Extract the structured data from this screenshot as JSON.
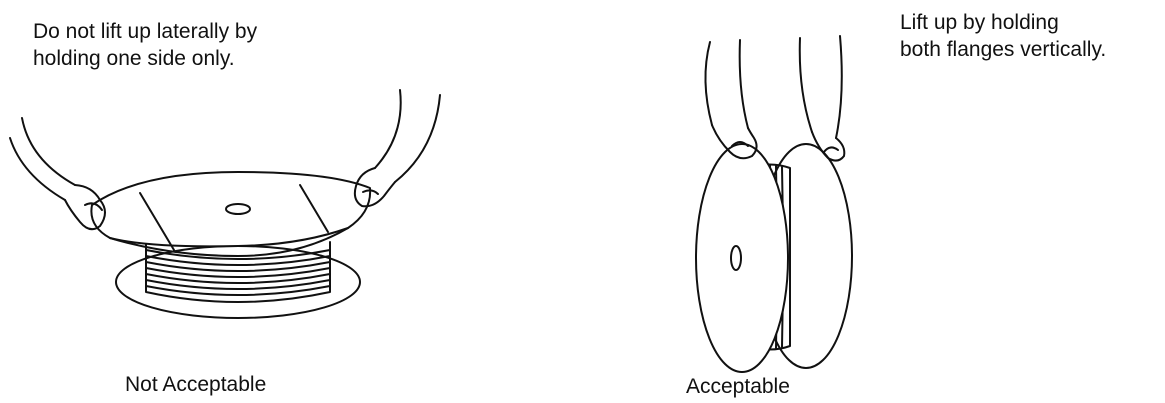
{
  "left_panel": {
    "instruction_lines": [
      "Do not lift up laterally by",
      "holding one side only."
    ],
    "verdict": "Not Acceptable"
  },
  "right_panel": {
    "instruction_lines": [
      "Lift up by holding",
      "both flanges vertically."
    ],
    "verdict": "Acceptable"
  }
}
